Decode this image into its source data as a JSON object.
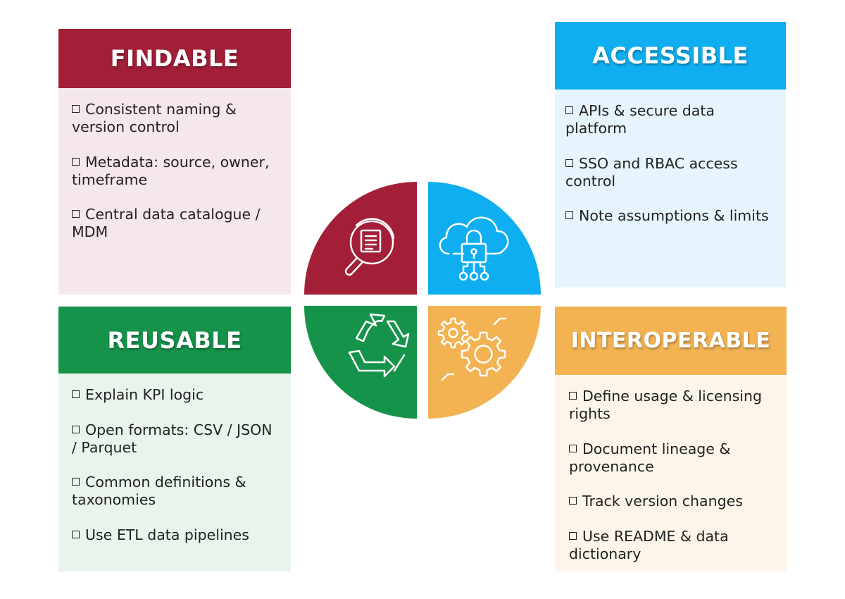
{
  "colors": {
    "findable": "#a31f37",
    "findable_bg": "#f5e8ea",
    "accessible": "#0eaef0",
    "accessible_bg": "#e6f5fd",
    "reusable": "#16934a",
    "reusable_bg": "#e8f4ec",
    "interoperable": "#f3b353",
    "interoperable_bg": "#fef5ea"
  },
  "findable": {
    "title": "FINDABLE",
    "items": [
      "Consistent naming & version control",
      "Metadata: source, owner, timeframe",
      "Central data catalogue / MDM"
    ]
  },
  "accessible": {
    "title": "ACCESSIBLE",
    "items": [
      "APIs & secure data platform",
      "SSO and RBAC access control",
      "Note assumptions & limits"
    ]
  },
  "reusable": {
    "title": "REUSABLE",
    "items": [
      "Explain KPI logic",
      "Open formats: CSV / JSON / Parquet",
      "Common definitions & taxonomies",
      "Use ETL data pipelines"
    ]
  },
  "interoperable": {
    "title": "INTEROPERABLE",
    "items": [
      "Define usage & licensing rights",
      "Document lineage & provenance",
      "Track version changes",
      "Use README & data dictionary"
    ]
  },
  "icons": {
    "findable": "magnifying-glass-document-icon",
    "accessible": "cloud-lock-icon",
    "reusable": "recycle-icon",
    "interoperable": "gears-icon"
  }
}
